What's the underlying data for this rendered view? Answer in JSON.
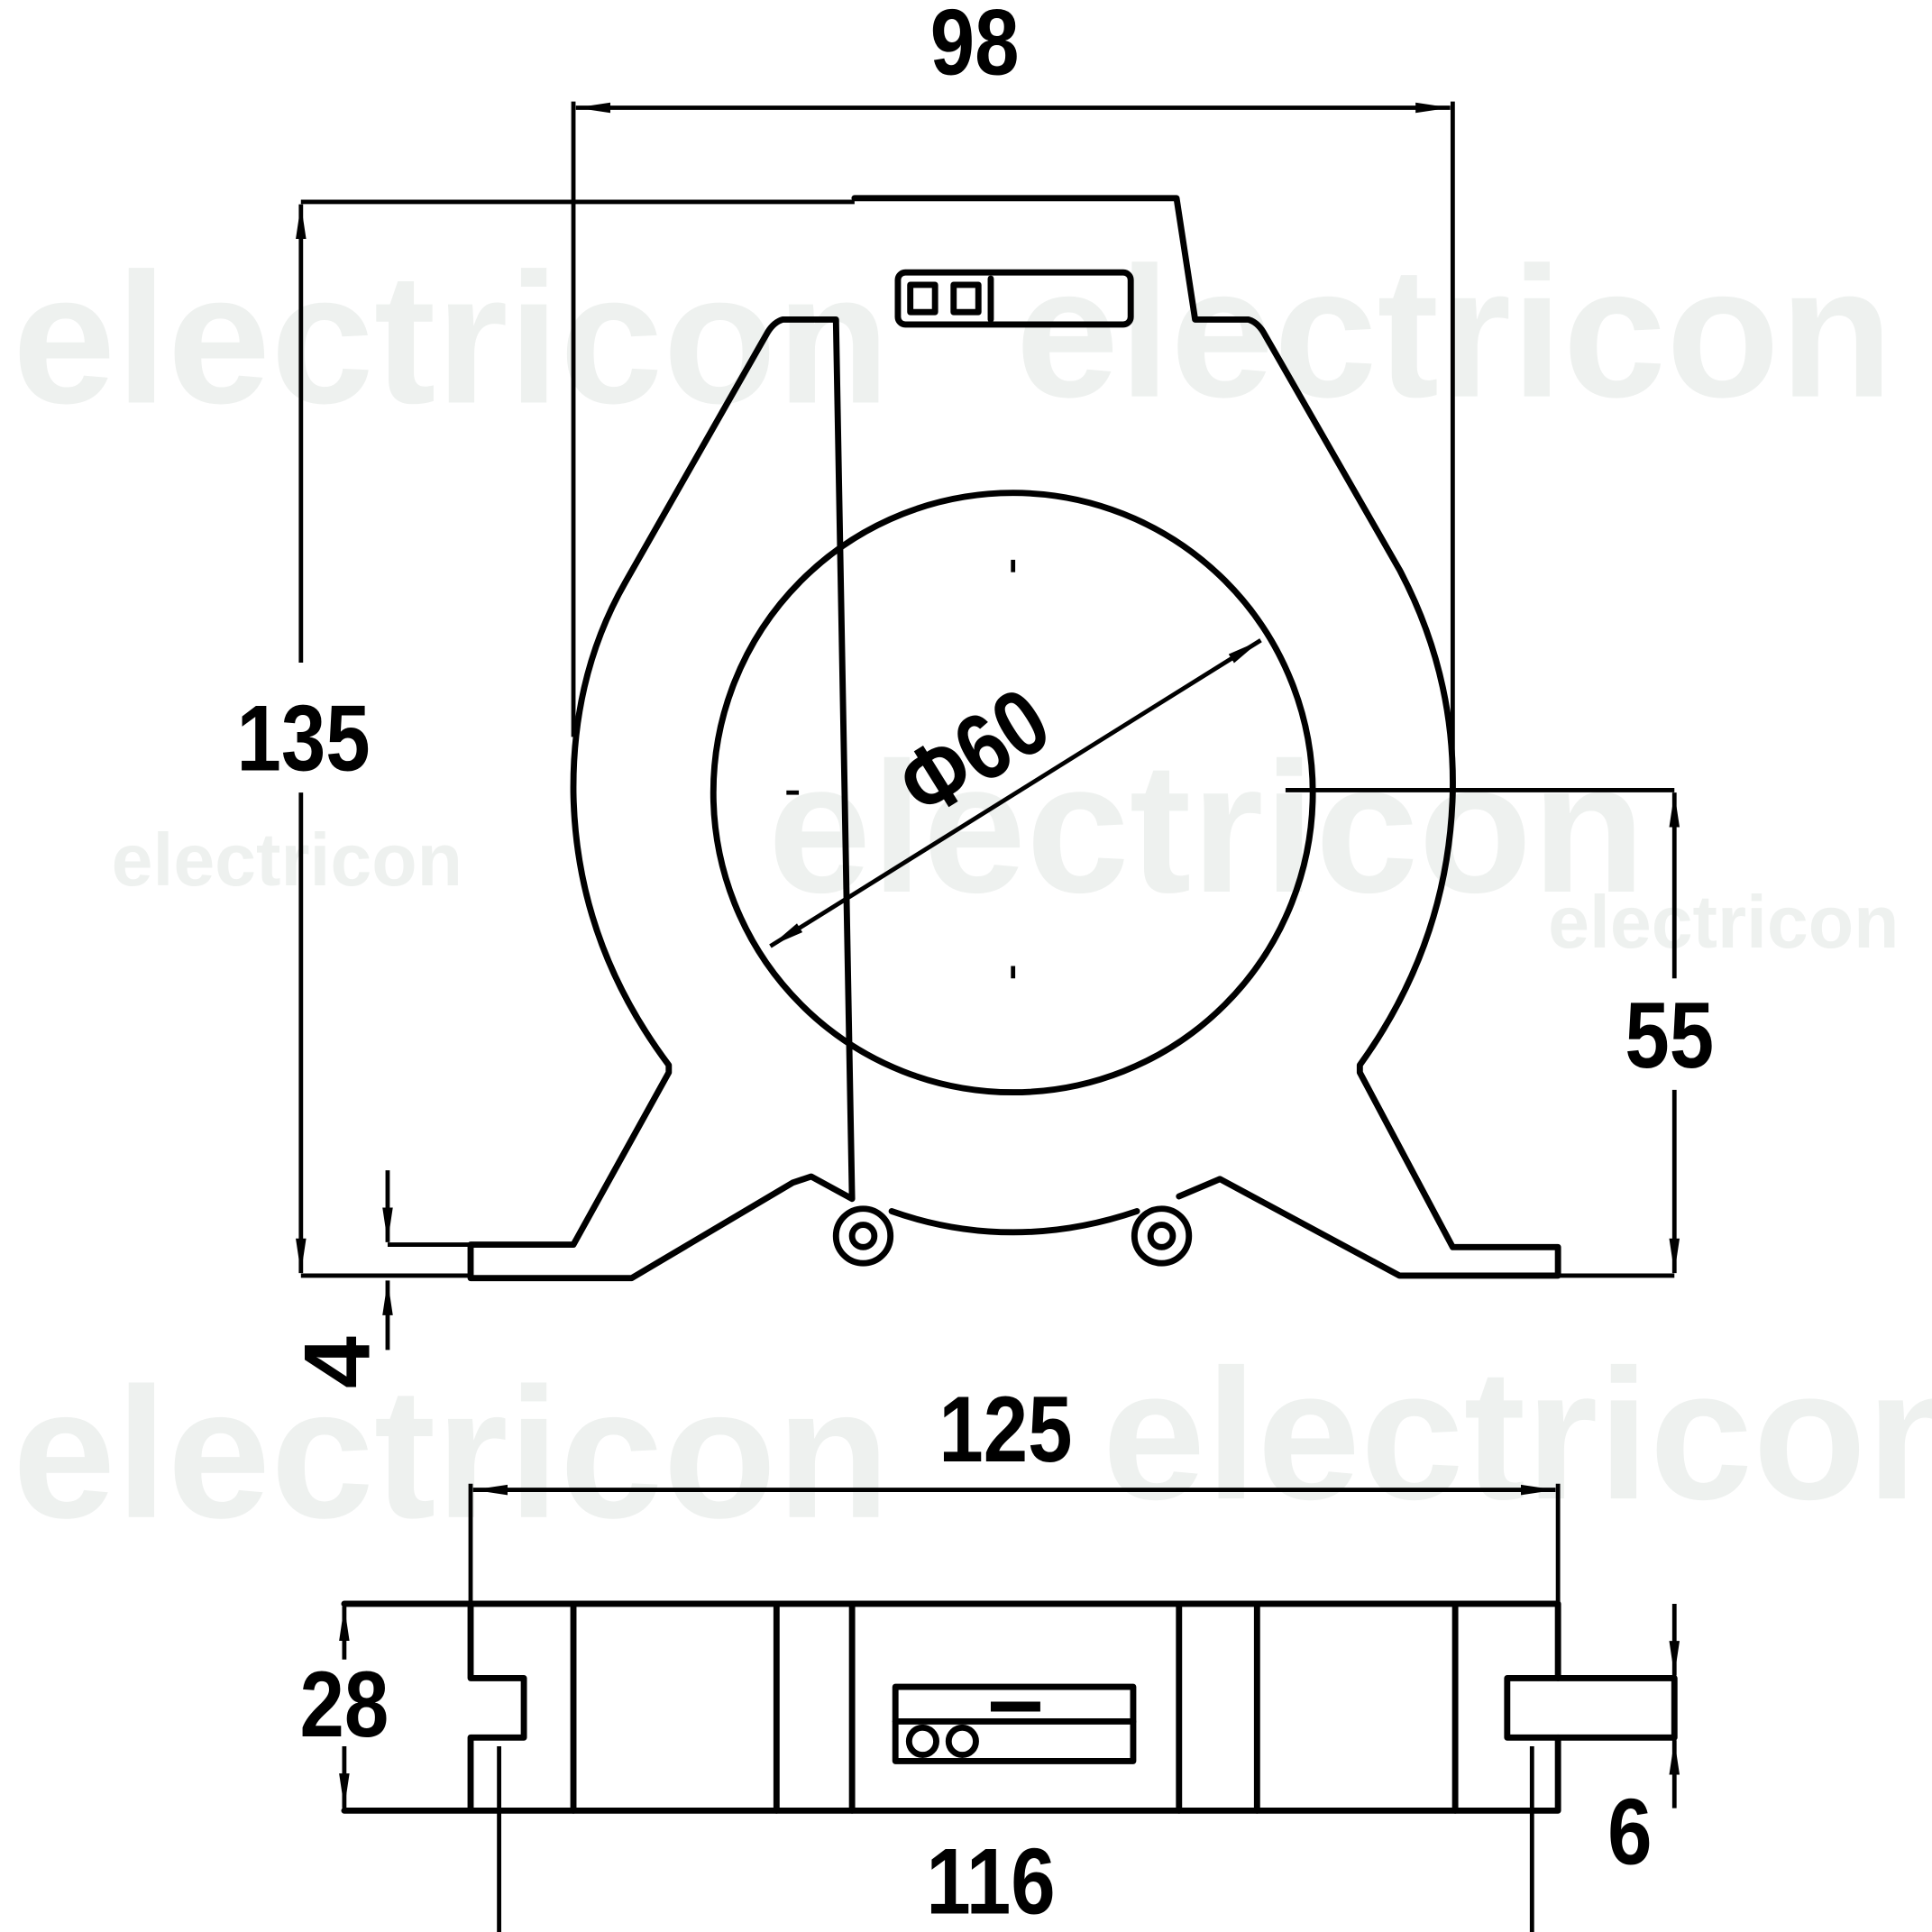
{
  "watermark": {
    "text": "electricon",
    "color": "#eef1ef"
  },
  "top_view": {
    "width_label": "98",
    "height_label": "135",
    "diameter_label": "Φ60",
    "center_height_label": "55",
    "base_thickness_label": "4"
  },
  "side_view": {
    "overall_length_label": "125",
    "mounting_length_label": "116",
    "depth_label": "28",
    "slot_label": "6"
  },
  "colors": {
    "line": "#000000",
    "background": "#ffffff"
  }
}
